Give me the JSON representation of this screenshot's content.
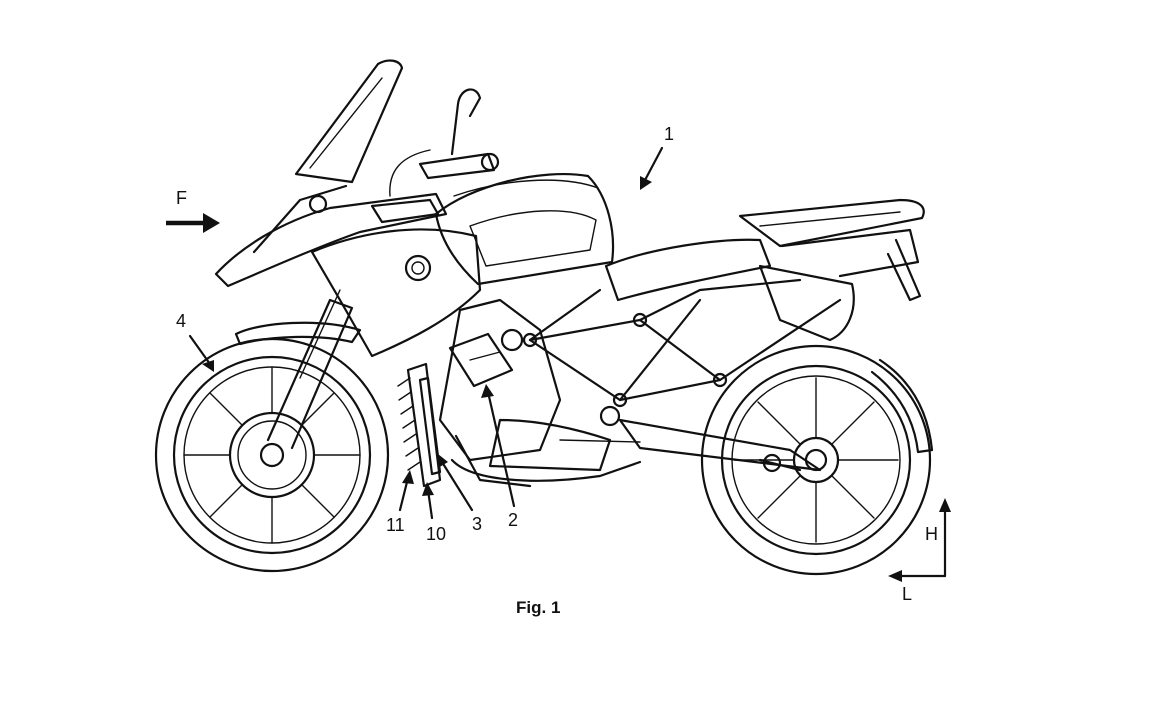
{
  "figure": {
    "caption": "Fig. 1",
    "direction_labels": {
      "forward": "F",
      "height": "H",
      "length": "L"
    },
    "reference_numerals": [
      "1",
      "2",
      "3",
      "4",
      "10",
      "11"
    ]
  }
}
